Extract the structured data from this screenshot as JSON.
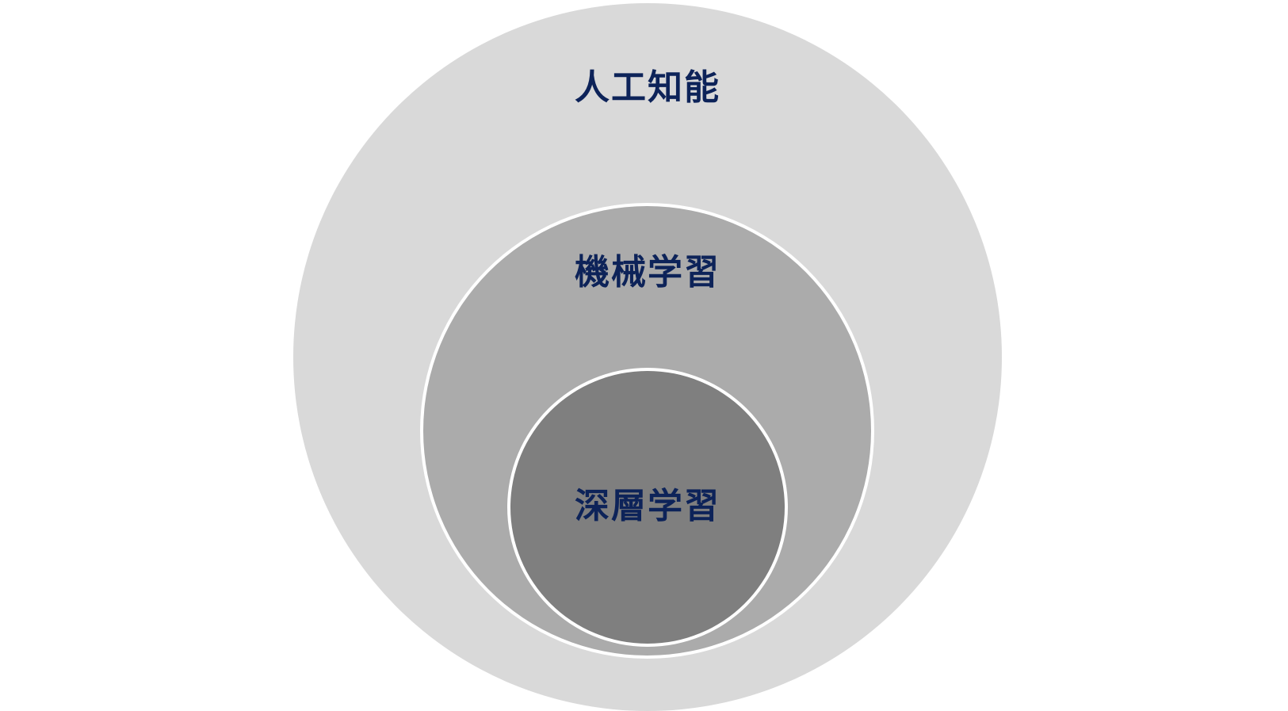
{
  "diagram": {
    "type": "nested-circles",
    "levels": [
      {
        "label": "人工知能",
        "fill": "#d9d9d9"
      },
      {
        "label": "機械学習",
        "fill": "#ababab"
      },
      {
        "label": "深層学習",
        "fill": "#7f7f7f"
      }
    ],
    "colors": {
      "text": "#0d2359",
      "ring_border": "#ffffff"
    }
  }
}
